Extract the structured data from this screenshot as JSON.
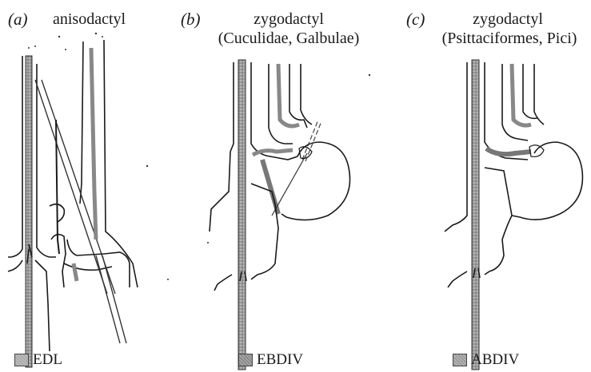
{
  "panels": [
    {
      "label": "(a)",
      "title": "anisodactyl",
      "subtitle": ""
    },
    {
      "label": "(b)",
      "title": "zygodactyl",
      "subtitle": "(Cuculidae, Galbulae)"
    },
    {
      "label": "(c)",
      "title": "zygodactyl",
      "subtitle": "(Psittaciformes, Pici)"
    }
  ],
  "legend": [
    {
      "label": "EDL",
      "color": "#a8a8a8"
    },
    {
      "label": "EBDIV",
      "color": "#888888"
    },
    {
      "label": "ABDIV",
      "color": "#999999"
    }
  ]
}
